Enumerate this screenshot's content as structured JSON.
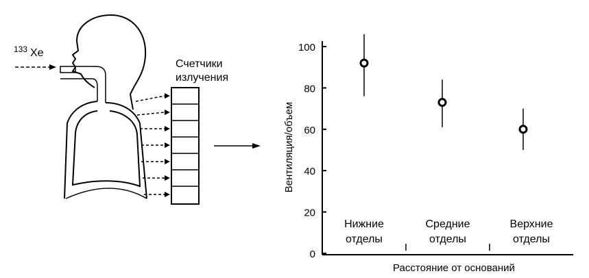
{
  "diagram": {
    "gas_label_mass": "133",
    "gas_label_symbol": "Xe",
    "counters_label_line1": "Счетчики",
    "counters_label_line2": "излучения"
  },
  "chart_data": {
    "type": "scatter",
    "title": "",
    "xlabel": "Расстояние от оснований",
    "ylabel": "Вентиляция/объем",
    "ylim": [
      0,
      100
    ],
    "yticks": [
      "0",
      "20",
      "40",
      "60",
      "80",
      "100"
    ],
    "grid": false,
    "categories": [
      {
        "line1": "Нижние",
        "line2": "отделы"
      },
      {
        "line1": "Средние",
        "line2": "отделы"
      },
      {
        "line1": "Верхние",
        "line2": "отделы"
      }
    ],
    "points": [
      {
        "value": 92,
        "low": 76,
        "high": 106
      },
      {
        "value": 73,
        "low": 61,
        "high": 84
      },
      {
        "value": 60,
        "low": 50,
        "high": 70
      }
    ]
  }
}
